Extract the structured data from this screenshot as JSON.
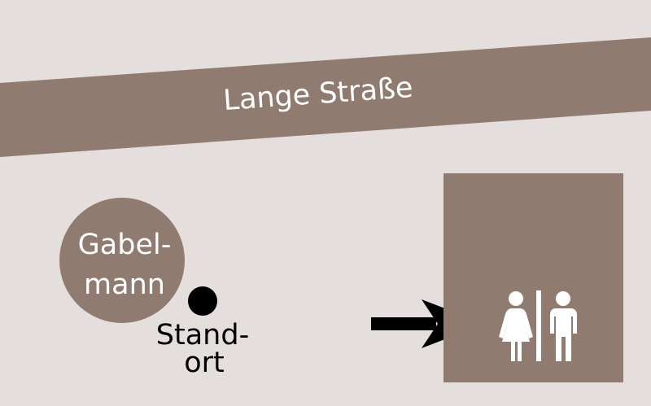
{
  "street": {
    "name": "Lange Straße"
  },
  "landmark": {
    "line1": "Gabel-",
    "line2": "mann"
  },
  "location_marker": {
    "line1": "Stand-",
    "line2": "ort"
  },
  "destination": {
    "icon": "restroom-icon"
  },
  "direction": {
    "icon": "arrow-right-icon"
  },
  "colors": {
    "background": "#e4dfdc",
    "brown": "#8f7b6f",
    "text_light": "#ffffff",
    "text_dark": "#000000"
  }
}
